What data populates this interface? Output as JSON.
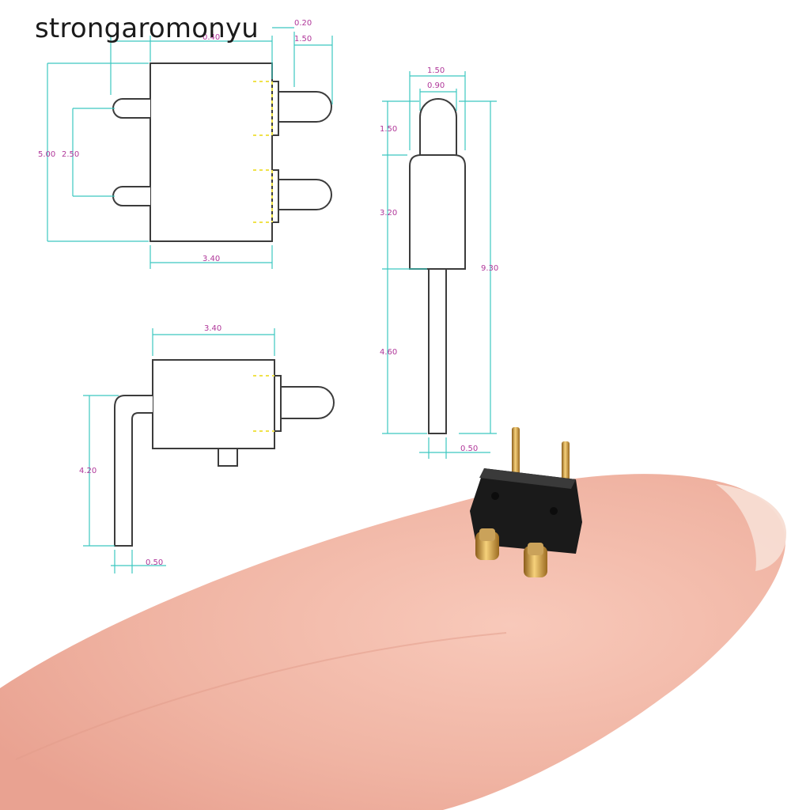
{
  "watermark": "strongaromonyu",
  "drawing": {
    "front_view": {
      "top_dims": [
        "0.20",
        "1.50"
      ],
      "top_width_partial": "0.40",
      "height": "5.00",
      "pitch": "2.50",
      "bottom_width": "3.40"
    },
    "side_view": {
      "top_width": "3.40",
      "bend_height": "4.20",
      "pin_width": "0.50"
    },
    "profile_view": {
      "head_width": "1.50",
      "tip_width": "0.90",
      "tip_length": "1.50",
      "body_length": "3.20",
      "total_length": "9.30",
      "tail_length": "4.60",
      "tail_width": "0.50"
    }
  },
  "colors": {
    "dimension_line": "#3cc8c0",
    "dimension_text": "#b0379a",
    "hidden_line": "#f0e24a",
    "part_outline": "#3c3c3c",
    "skin": "#f2b9a8",
    "connector_body": "#1a1a1a",
    "pin_gold": "#d9a441"
  }
}
